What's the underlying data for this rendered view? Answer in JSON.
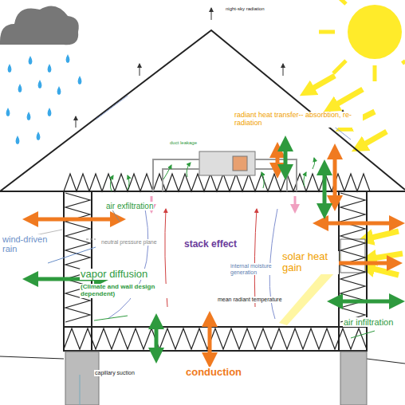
{
  "diagram": {
    "labels": [
      "night-sky radiation",
      "radiant heat transfer-- absorbtion, re-radiation",
      "duct leakage",
      "air exfiltration",
      "neutral pressure plane",
      "stack effect",
      "internal moisture generation",
      "wind-driven rain",
      "vapor diffusion",
      "(Climate and wall design dependent)",
      "mean radiant temperature",
      "solar heat gain",
      "air infiltration",
      "capillary suction",
      "conduction"
    ]
  }
}
